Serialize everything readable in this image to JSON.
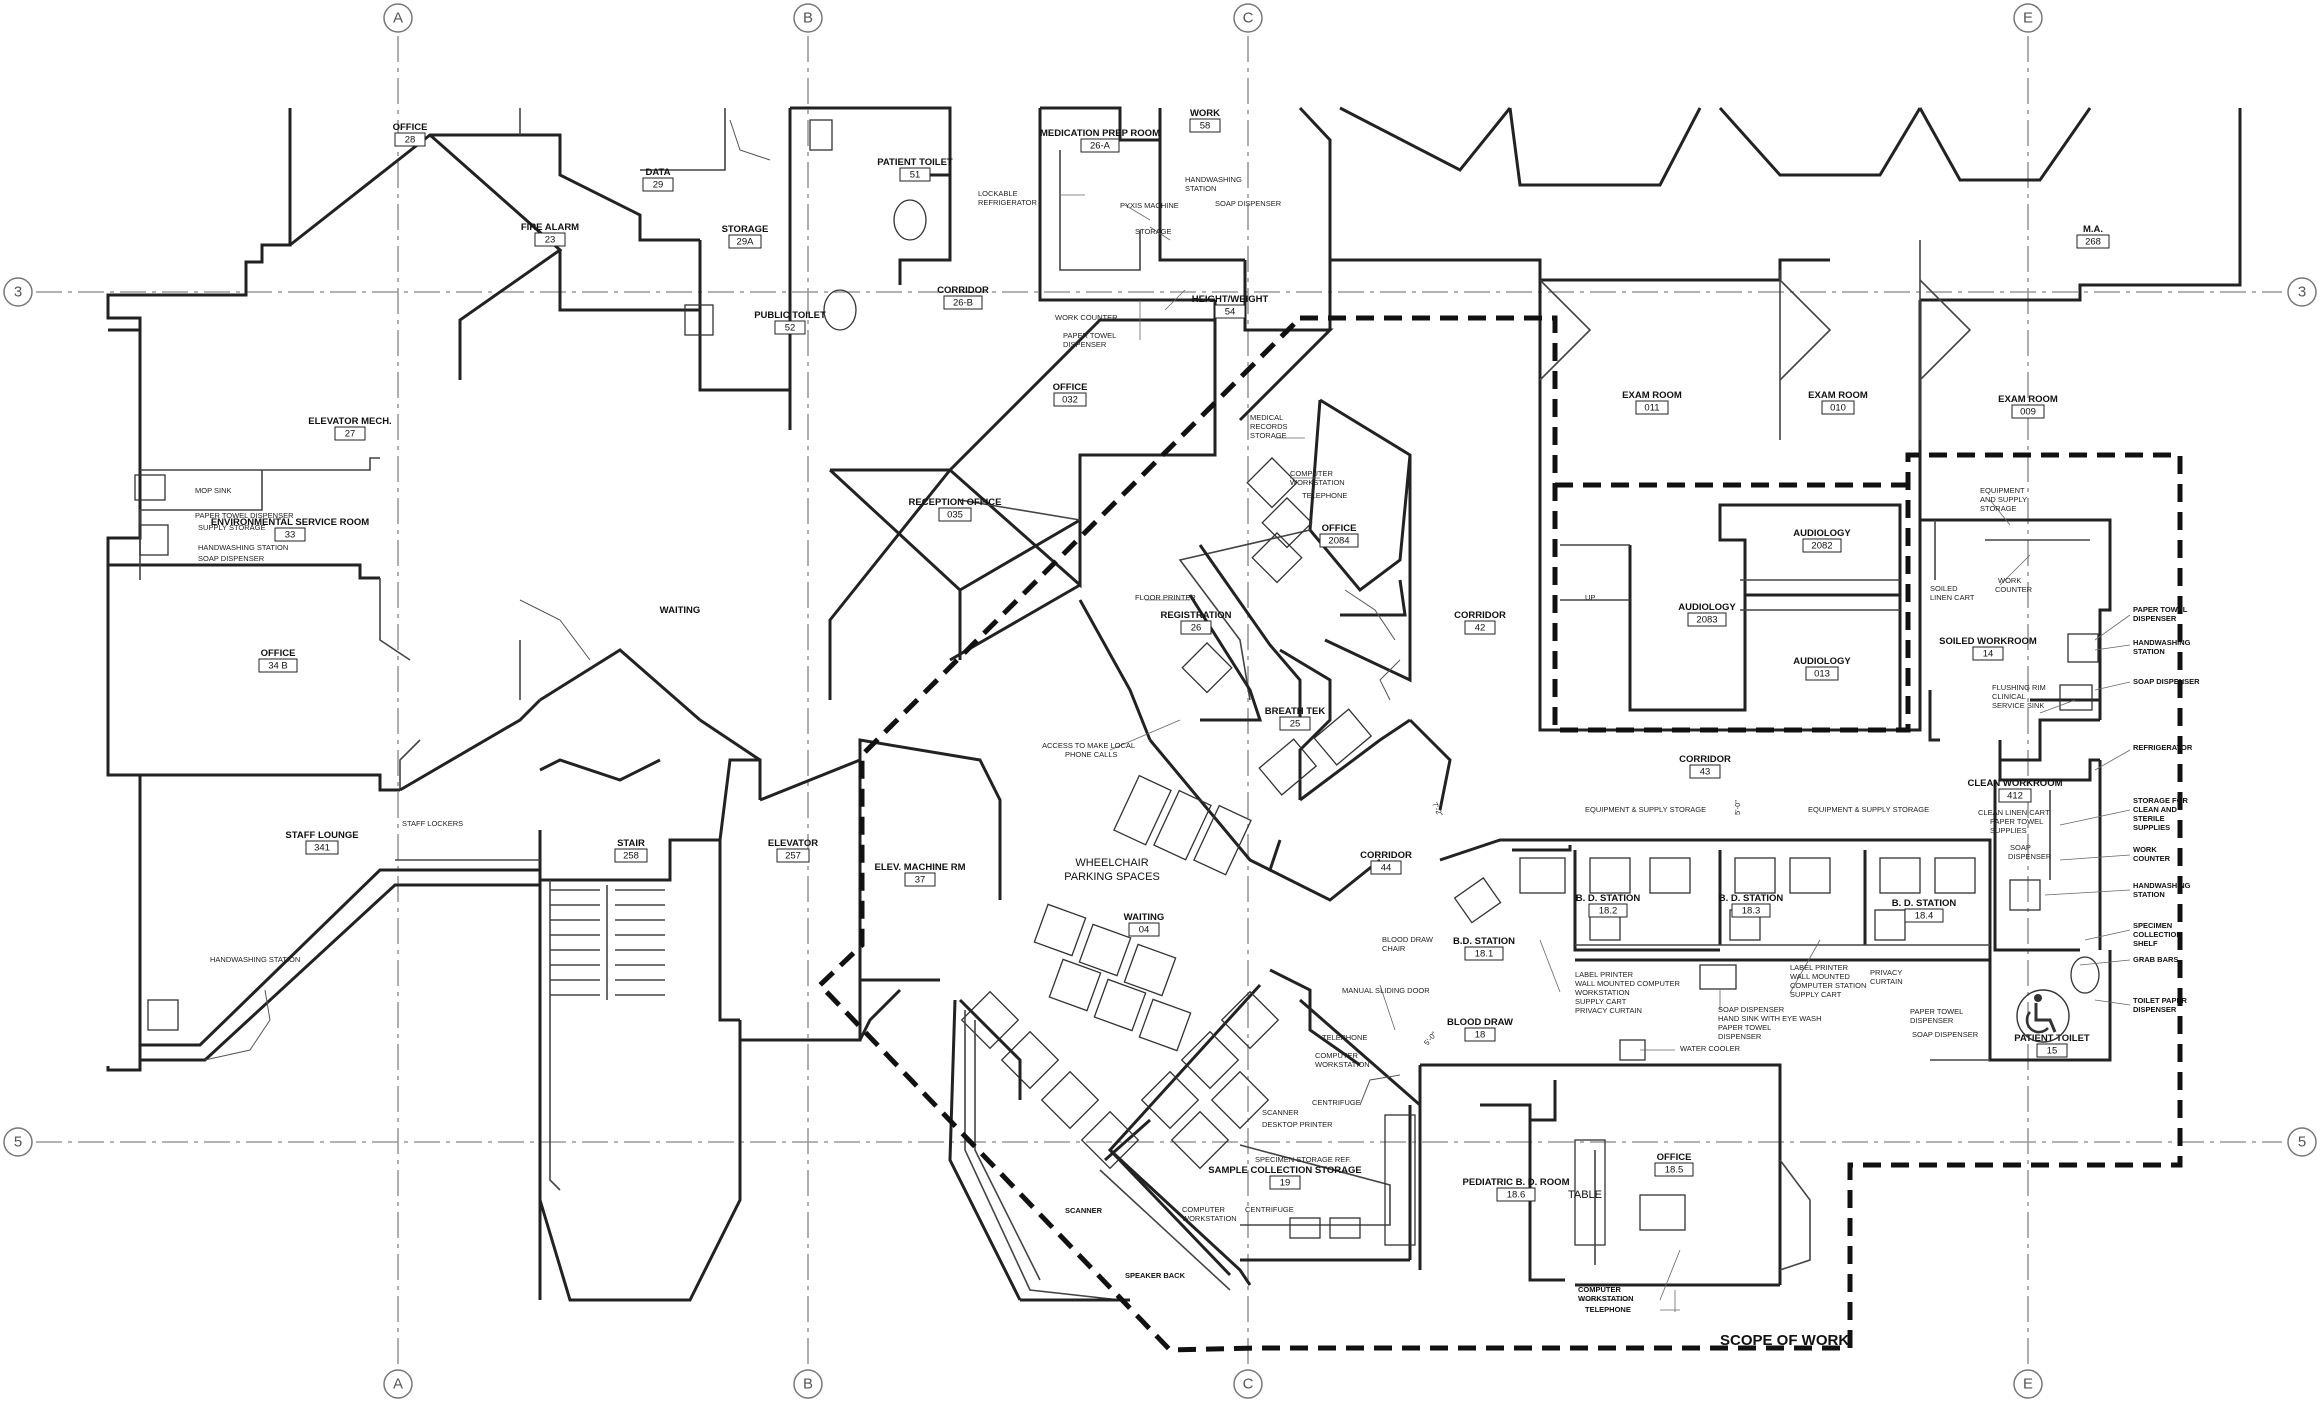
{
  "grid": {
    "columns": [
      "A",
      "B",
      "C",
      "E"
    ],
    "rows": [
      "3",
      "5"
    ]
  },
  "rooms": [
    {
      "name": "OFFICE",
      "number": "28"
    },
    {
      "name": "DATA",
      "number": "29"
    },
    {
      "name": "FIRE ALARM",
      "number": "23"
    },
    {
      "name": "STORAGE",
      "number": "29A"
    },
    {
      "name": "PATIENT TOILET",
      "number": "51"
    },
    {
      "name": "PUBLIC TOILET",
      "number": "52"
    },
    {
      "name": "MEDICATION PREP ROOM",
      "number": "26-A"
    },
    {
      "name": "WORK",
      "number": "58"
    },
    {
      "name": "CORRIDOR",
      "number": "26-B"
    },
    {
      "name": "HEIGHT/WEIGHT",
      "number": "54"
    },
    {
      "name": "M.A.",
      "number": "268"
    },
    {
      "name": "ELEVATOR MECH.",
      "number": "27"
    },
    {
      "name": "ENVIRONMENTAL SERVICE ROOM",
      "number": "33"
    },
    {
      "name": "OFFICE",
      "number": "032"
    },
    {
      "name": "RECEPTION OFFICE",
      "number": "035"
    },
    {
      "name": "EXAM ROOM",
      "number": "011"
    },
    {
      "name": "EXAM ROOM",
      "number": "010"
    },
    {
      "name": "EXAM ROOM",
      "number": "009"
    },
    {
      "name": "AUDIOLOGY",
      "number": "2082"
    },
    {
      "name": "AUDIOLOGY",
      "number": "2083"
    },
    {
      "name": "AUDIOLOGY",
      "number": "013"
    },
    {
      "name": "OFFICE",
      "number": "2084"
    },
    {
      "name": "OFFICE",
      "number": "34 B"
    },
    {
      "name": "REGISTRATION",
      "number": "26"
    },
    {
      "name": "CORRIDOR",
      "number": "42"
    },
    {
      "name": "BREATH TEK",
      "number": "25"
    },
    {
      "name": "SOILED WORKROOM",
      "number": "14"
    },
    {
      "name": "CORRIDOR",
      "number": "43"
    },
    {
      "name": "CLEAN WORKROOM",
      "number": "412"
    },
    {
      "name": "STAFF LOUNGE",
      "number": "341"
    },
    {
      "name": "STAIR",
      "number": "258"
    },
    {
      "name": "ELEVATOR",
      "number": "257"
    },
    {
      "name": "ELEV. MACHINE RM",
      "number": "37"
    },
    {
      "name": "CORRIDOR",
      "number": "44"
    },
    {
      "name": "B. D. STATION",
      "number": "18.2"
    },
    {
      "name": "B. D. STATION",
      "number": "18.3"
    },
    {
      "name": "B. D. STATION",
      "number": "18.4"
    },
    {
      "name": "B.D. STATION",
      "number": "18.1"
    },
    {
      "name": "WAITING",
      "number": "04"
    },
    {
      "name": "BLOOD DRAW",
      "number": "18"
    },
    {
      "name": "PATIENT TOILET",
      "number": "15"
    },
    {
      "name": "SAMPLE COLLECTION STORAGE",
      "number": "19"
    },
    {
      "name": "PEDIATRIC B. D. ROOM",
      "number": "18.6"
    },
    {
      "name": "OFFICE",
      "number": "18.5"
    }
  ],
  "labels": {
    "waiting_main": "WAITING",
    "wheelchair_1": "WHEELCHAIR",
    "wheelchair_2": "PARKING SPACES",
    "table": "TABLE",
    "scope": "SCOPE OF WORK",
    "up": "UP",
    "dim_1": "7'-2\"",
    "dim_2": "5'-0\"",
    "dim_3": "5'-0\""
  },
  "notes": {
    "mop_sink": "MOP SINK",
    "paper_towel_dispenser": "PAPER TOWEL DISPENSER",
    "supply_storage": "SUPPLY STORAGE",
    "handwashing_station": "HANDWASHING STATION",
    "soap_dispenser": "SOAP DISPENSER",
    "lockable_refrigerator_1": "LOCKABLE",
    "lockable_refrigerator_2": "REFRIGERATOR",
    "pyxis_machine": "PYXIS MACHINE",
    "storage": "STORAGE",
    "handwashing_1": "HANDWASHING",
    "handwashing_2": "STATION",
    "soap_dispenser_2": "SOAP DISPENSER",
    "work_counter": "WORK COUNTER",
    "paper_towel_1": "PAPER TOWEL",
    "paper_towel_2": "DISPENSER",
    "medical_records_1": "MEDICAL",
    "medical_records_2": "RECORDS",
    "medical_records_3": "STORAGE",
    "computer_ws_1": "COMPUTER",
    "computer_ws_2": "WORKSTATION",
    "telephone": "TELEPHONE",
    "floor_printer": "FLOOR PRINTER",
    "access_phone_1": "ACCESS TO MAKE LOCAL",
    "access_phone_2": "PHONE CALLS",
    "staff_lockers": "STAFF LOCKERS",
    "handwashing_station_2": "HANDWASHING STATION",
    "equip_supply_storage_1": "EQUIPMENT & SUPPLY STORAGE",
    "equip_supply_storage_2": "EQUIPMENT & SUPPLY STORAGE",
    "equipment_1": "EQUIPMENT",
    "equipment_2": "AND SUPPLY",
    "equipment_3": "STORAGE",
    "soiled_linen_1": "SOILED",
    "soiled_linen_2": "LINEN CART",
    "work_counter_2a": "WORK",
    "work_counter_2b": "COUNTER",
    "flushing_rim_1": "FLUSHING RIM",
    "flushing_rim_2": "CLINICAL",
    "flushing_rim_3": "SERVICE SINK",
    "clean_linen_cart": "CLEAN LINEN CART",
    "paper_towel_sup_1": "PAPER TOWEL",
    "paper_towel_sup_2": "SUPPLIES",
    "soap_disp_a": "SOAP",
    "soap_disp_b": "DISPENSER",
    "blood_draw_chair_1": "BLOOD DRAW",
    "blood_draw_chair_2": "CHAIR",
    "label_printer": "LABEL PRINTER",
    "wall_mounted_1": "WALL MOUNTED COMPUTER",
    "wall_mounted_2": "WORKSTATION",
    "supply_cart": "SUPPLY CART",
    "privacy_curtain": "PRIVACY CURTAIN",
    "label_printer_2": "LABEL PRINTER",
    "wall_mounted_3": "WALL MOUNTED",
    "wall_mounted_4": "COMPUTER STATION",
    "supply_cart_2": "SUPPLY CART",
    "privacy_1": "PRIVACY",
    "privacy_2": "CURTAIN",
    "soap_dispenser_3": "SOAP DISPENSER",
    "hand_sink": "HAND SINK WITH EYE WASH",
    "paper_towel_3": "PAPER TOWEL",
    "paper_towel_4": "DISPENSER",
    "paper_towel_5": "PAPER TOWEL",
    "paper_towel_6": "DISPENSER",
    "soap_dispenser_4": "SOAP DISPENSER",
    "water_cooler": "WATER COOLER",
    "manual_sliding": "MANUAL SLIDING DOOR",
    "telephone_2": "TELEPHONE",
    "computer_ws_3": "COMPUTER",
    "computer_ws_4": "WORKSTATION",
    "centrifuge": "CENTRIFUGE",
    "scanner": "SCANNER",
    "desktop_printer": "DESKTOP PRINTER",
    "specimen_ref": "SPECIMEN STORAGE REF.",
    "centrifuge_2": "CENTRIFUGE",
    "computer_ws_5": "COMPUTER",
    "computer_ws_6": "WORKSTATION",
    "scanner_b": "SCANNER",
    "speaker_back": "SPEAKER BACK",
    "computer_ws_7": "COMPUTER",
    "computer_ws_8": "WORKSTATION",
    "telephone_3": "TELEPHONE",
    "r_paper_towel_1": "PAPER TOWEL",
    "r_paper_towel_2": "DISPENSER",
    "r_handwashing_1": "HANDWASHING",
    "r_handwashing_2": "STATION",
    "r_soap": "SOAP DISPENSER",
    "r_refrigerator": "REFRIGERATOR",
    "r_storage_1": "STORAGE FOR",
    "r_storage_2": "CLEAN AND",
    "r_storage_3": "STERILE",
    "r_storage_4": "SUPPLIES",
    "r_work_1": "WORK",
    "r_work_2": "COUNTER",
    "r_hand_1": "HANDWASHING",
    "r_hand_2": "STATION",
    "r_spec_1": "SPECIMEN",
    "r_spec_2": "COLLECTION",
    "r_spec_3": "SHELF",
    "r_grab": "GRAB BARS",
    "r_toilet_1": "TOILET PAPER",
    "r_toilet_2": "DISPENSER"
  }
}
